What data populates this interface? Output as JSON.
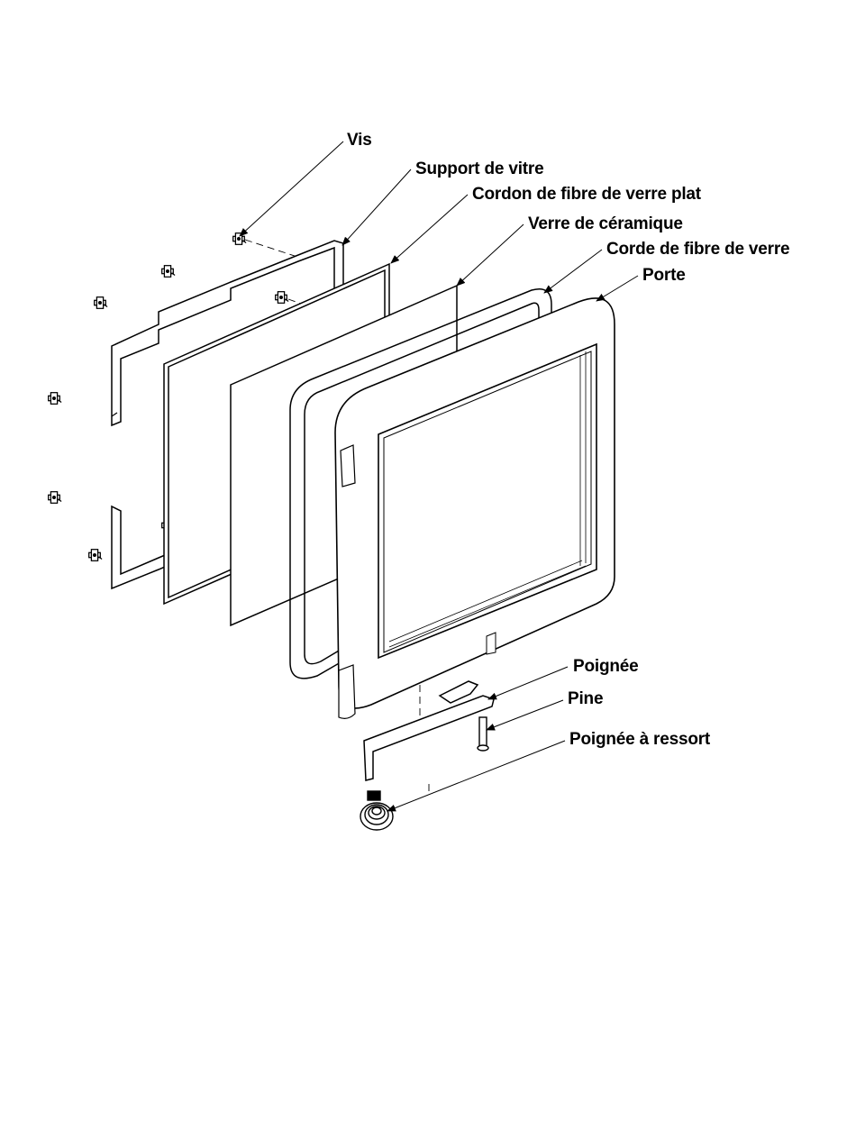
{
  "labels": {
    "vis": "Vis",
    "support_de_vitre": "Support de vitre",
    "cordon_fibre_plat": "Cordon de fibre de verre plat",
    "verre_ceramique": "Verre de céramique",
    "corde_fibre": "Corde de fibre de verre",
    "porte": "Porte",
    "poignee": "Poignée",
    "pine": "Pine",
    "poignee_ressort": "Poignée à ressort"
  },
  "colors": {
    "line": "#000000",
    "background": "#ffffff"
  }
}
